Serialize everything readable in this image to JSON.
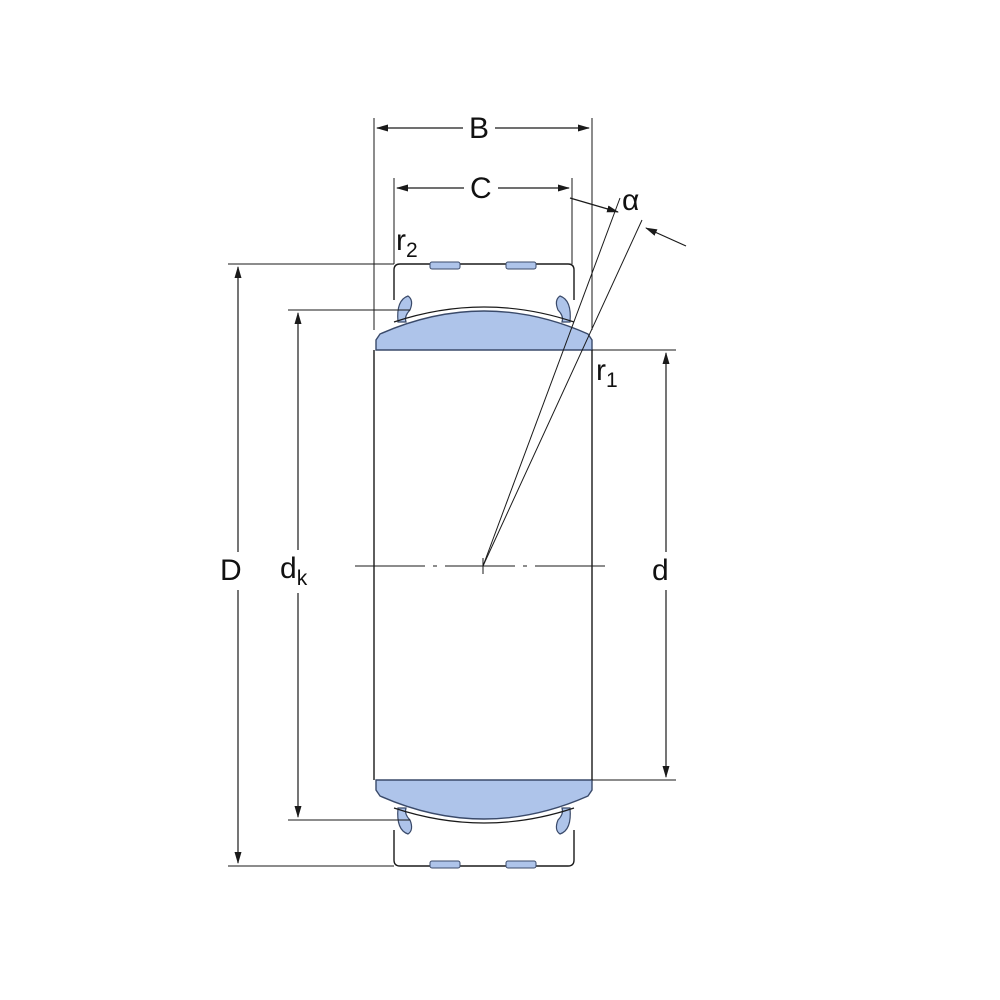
{
  "labels": {
    "B": "B",
    "C": "C",
    "alpha": "α",
    "r2_main": "r",
    "r2_sub": "2",
    "r1_main": "r",
    "r1_sub": "1",
    "D": "D",
    "dk_main": "d",
    "dk_sub": "k",
    "d": "d"
  },
  "colors": {
    "line": "#1a1a1a",
    "fill": "#aec4ea",
    "fill_stroke": "#3a4a6a"
  }
}
